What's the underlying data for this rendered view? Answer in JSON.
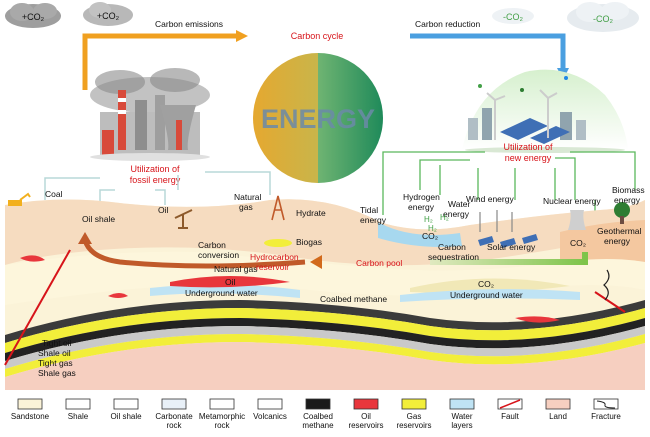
{
  "top": {
    "co2_plus_1": "+CO₂",
    "co2_plus_2": "+CO₂",
    "co2_minus_1": "-CO₂",
    "co2_minus_2": "-CO₂",
    "carbon_emissions": "Carbon emissions",
    "carbon_cycle": "Carbon cycle",
    "carbon_reduction": "Carbon reduction",
    "energy": "ENERGY"
  },
  "utilization": {
    "fossil_1": "Utilization of",
    "fossil_2": "fossil energy",
    "new_1": "Utilization of",
    "new_2": "new energy"
  },
  "surface": {
    "coal": "Coal",
    "oil_shale": "Oil shale",
    "oil": "Oil",
    "natural_gas_1": "Natural",
    "natural_gas_2": "gas",
    "hydrate": "Hydrate",
    "tidal_1": "Tidal",
    "tidal_2": "energy",
    "hydrogen_1": "Hydrogen",
    "hydrogen_2": "energy",
    "water_1": "Water",
    "water_2": "energy",
    "h2_a": "H₂",
    "h2_b": "H₂",
    "h2_c": "H₂",
    "wind": "Wind energy",
    "nuclear": "Nuclear energy",
    "biomass_1": "Biomass",
    "biomass_2": "energy",
    "solar": "Solar energy",
    "geothermal_1": "Geothermal",
    "geothermal_2": "energy"
  },
  "subsurface": {
    "carbon_conversion_1": "Carbon",
    "carbon_conversion_2": "conversion",
    "biogas": "Biogas",
    "natural_gas_small": "Natural gas",
    "hydrocarbon_1": "Hydrocarbon",
    "hydrocarbon_2": "reservoir",
    "carbon_pool": "Carbon pool",
    "carbon_seq_1": "Carbon",
    "carbon_seq_2": "sequestration",
    "co2_a": "CO₂",
    "co2_b": "CO₂",
    "co2_c": "CO₂",
    "oil": "Oil",
    "underground_water_1": "Underground water",
    "coalbed_methane": "Coalbed methane",
    "underground_water_2": "Underground water",
    "tight_oil": "Tight oil",
    "shale_oil": "Shale oil",
    "tight_gas": "Tight gas",
    "shale_gas": "Shale gas"
  },
  "legend": [
    {
      "l1": "Sandstone",
      "l2": ""
    },
    {
      "l1": "Shale",
      "l2": ""
    },
    {
      "l1": "Oil shale",
      "l2": ""
    },
    {
      "l1": "Carbonate",
      "l2": "rock"
    },
    {
      "l1": "Metamorphic",
      "l2": "rock"
    },
    {
      "l1": "Volcanics",
      "l2": ""
    },
    {
      "l1": "Coalbed",
      "l2": "methane"
    },
    {
      "l1": "Oil",
      "l2": "reservoirs"
    },
    {
      "l1": "Gas",
      "l2": "reservoirs"
    },
    {
      "l1": "Water",
      "l2": "layers"
    },
    {
      "l1": "Fault",
      "l2": ""
    },
    {
      "l1": "Land",
      "l2": ""
    },
    {
      "l1": "Fracture",
      "l2": ""
    }
  ],
  "colors": {
    "orange_arrow": "#f0a020",
    "blue_arrow": "#4a9fe0",
    "green_arrow": "#8cc63f",
    "red_text": "#d7141a",
    "land": "#f6c9a8",
    "yellow": "#f2ee3a",
    "water": "#bfe3f4",
    "oil": "#e8363c"
  }
}
